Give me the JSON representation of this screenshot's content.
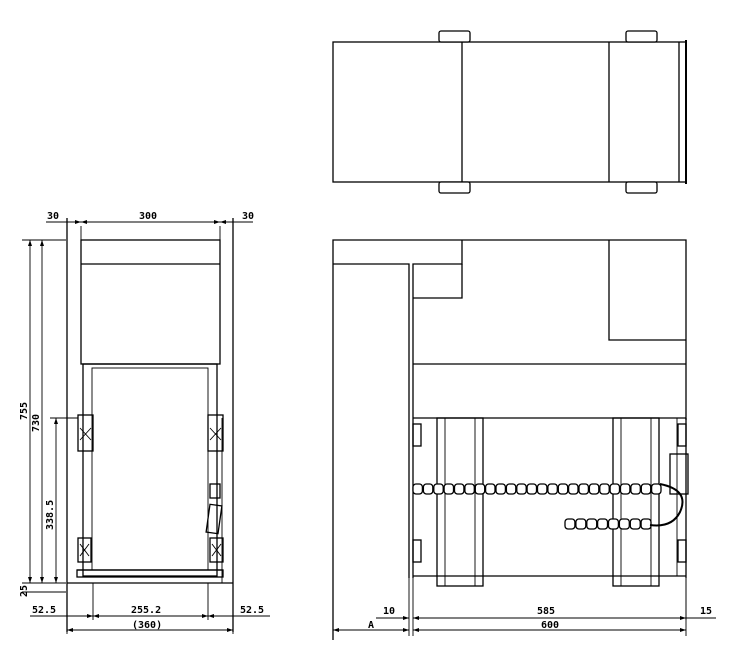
{
  "front_view": {
    "dim_top_left": "30",
    "dim_top_middle": "300",
    "dim_top_right": "30",
    "dim_height_total": "755",
    "dim_height_inner": "730",
    "dim_height_lower": "338.5",
    "dim_bottom_small": "25",
    "dim_bottom_left": "52.5",
    "dim_bottom_middle": "255.2",
    "dim_bottom_right": "52.5",
    "dim_bottom_overall": "(360)"
  },
  "side_view": {
    "dim_left_offset": "10",
    "dim_inner_length": "585",
    "dim_right_offset": "15",
    "dim_overall_length": "600",
    "dim_variable": "A",
    "chain_links": 24
  }
}
